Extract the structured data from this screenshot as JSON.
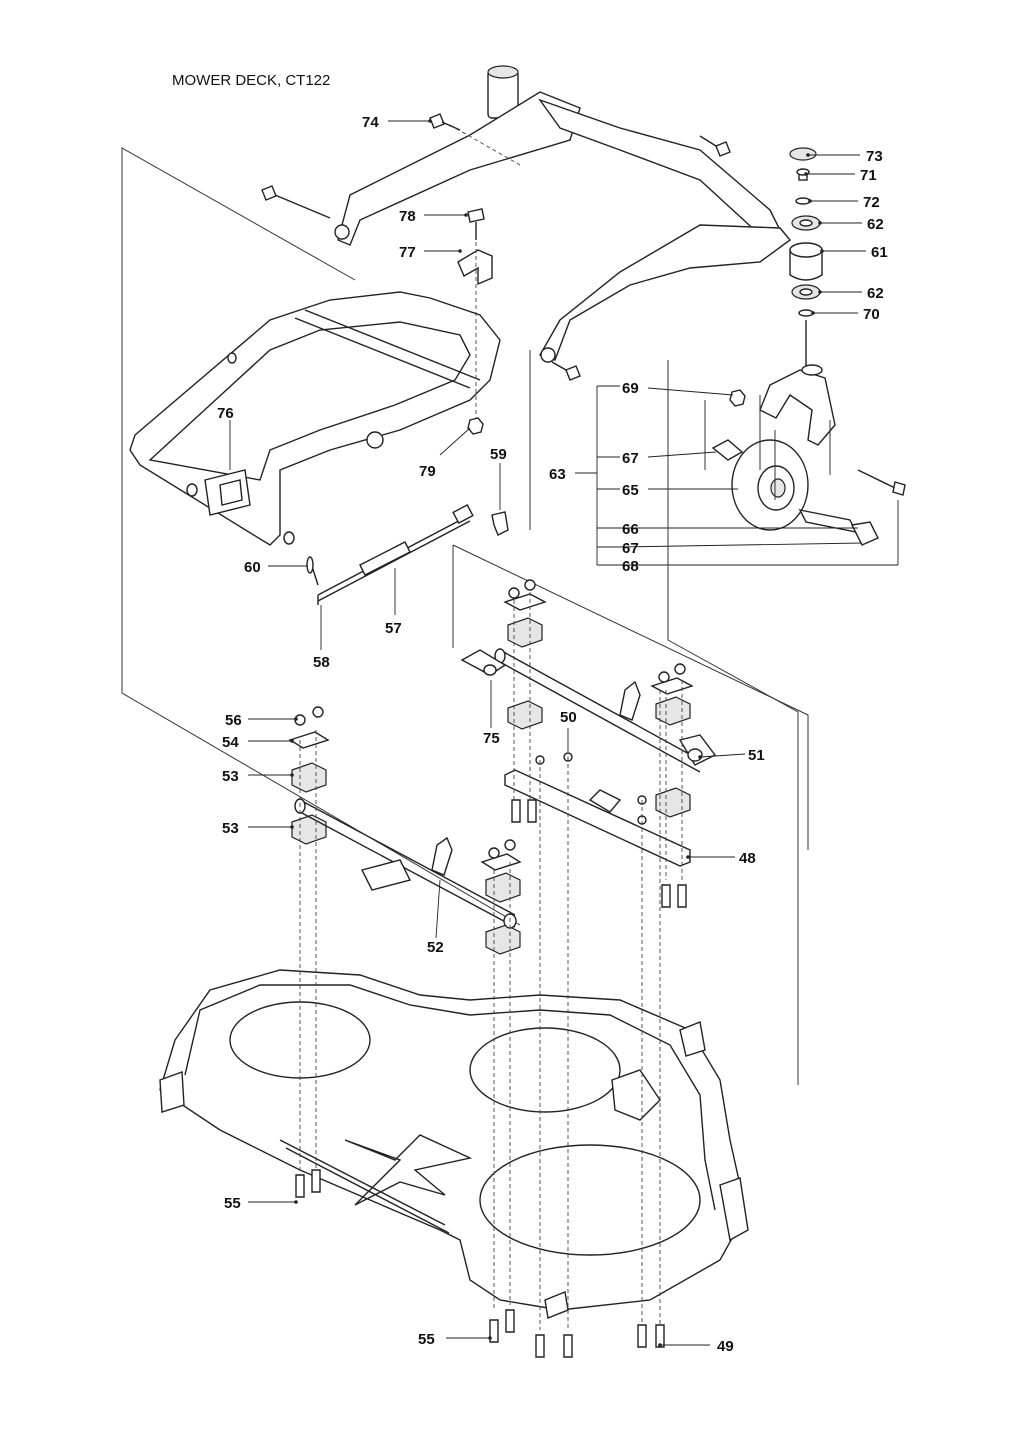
{
  "title": "MOWER DECK, CT122",
  "callouts": {
    "p48": "48",
    "p49": "49",
    "p50": "50",
    "p51": "51",
    "p52": "52",
    "p53a": "53",
    "p53b": "53",
    "p54": "54",
    "p55a": "55",
    "p55b": "55",
    "p56": "56",
    "p57": "57",
    "p58": "58",
    "p59": "59",
    "p60": "60",
    "p61": "61",
    "p62a": "62",
    "p62b": "62",
    "p63": "63",
    "p65": "65",
    "p66": "66",
    "p67a": "67",
    "p67b": "67",
    "p68": "68",
    "p69": "69",
    "p70": "70",
    "p71": "71",
    "p72": "72",
    "p73": "73",
    "p74": "74",
    "p75": "75",
    "p76": "76",
    "p77": "77",
    "p78": "78",
    "p79": "79"
  }
}
